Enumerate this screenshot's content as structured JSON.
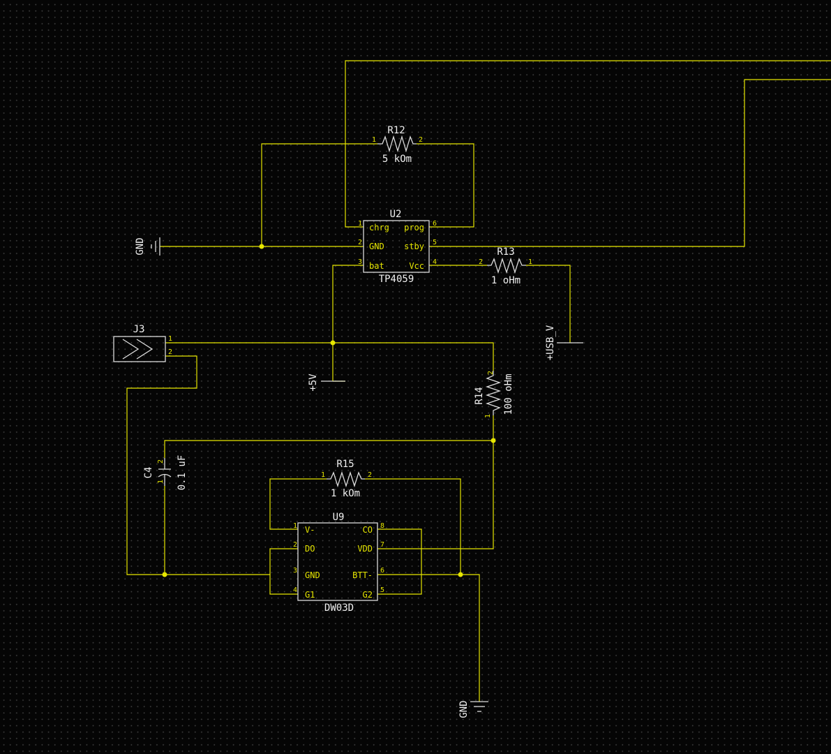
{
  "colors": {
    "background": "#050505",
    "wire": "#e6e600",
    "body": "#dcdcdc",
    "text": "#f0f0f0"
  },
  "components": {
    "R12": {
      "ref": "R12",
      "value": "5 kOm",
      "pin1": "1",
      "pin2": "2"
    },
    "R13": {
      "ref": "R13",
      "value": "1 oHm",
      "pin1": "1",
      "pin2": "2"
    },
    "R14": {
      "ref": "R14",
      "value": "100 oHm",
      "pin1": "1",
      "pin2": "2"
    },
    "R15": {
      "ref": "R15",
      "value": "1 kOm",
      "pin1": "1",
      "pin2": "2"
    },
    "C4": {
      "ref": "C4",
      "value": "0.1 uF",
      "pin1": "1",
      "pin2": "2"
    },
    "J3": {
      "ref": "J3",
      "pin1": "1",
      "pin2": "2"
    },
    "U2": {
      "ref": "U2",
      "value": "TP4059",
      "pins": [
        {
          "num": "1",
          "name": "chrg"
        },
        {
          "num": "2",
          "name": "GND"
        },
        {
          "num": "3",
          "name": "bat"
        },
        {
          "num": "6",
          "name": "prog"
        },
        {
          "num": "5",
          "name": "stby"
        },
        {
          "num": "4",
          "name": "Vcc"
        }
      ]
    },
    "U9": {
      "ref": "U9",
      "value": "DW03D",
      "pins": [
        {
          "num": "1",
          "name": "V-"
        },
        {
          "num": "2",
          "name": "DO"
        },
        {
          "num": "3",
          "name": "GND"
        },
        {
          "num": "4",
          "name": "G1"
        },
        {
          "num": "8",
          "name": "CO"
        },
        {
          "num": "7",
          "name": "VDD"
        },
        {
          "num": "6",
          "name": "BTT-"
        },
        {
          "num": "5",
          "name": "G2"
        }
      ]
    }
  },
  "power_symbols": {
    "gnd_top": "GND",
    "gnd_bottom": "GND",
    "plus5v": "+5V",
    "usb_v": "+USB_V"
  }
}
